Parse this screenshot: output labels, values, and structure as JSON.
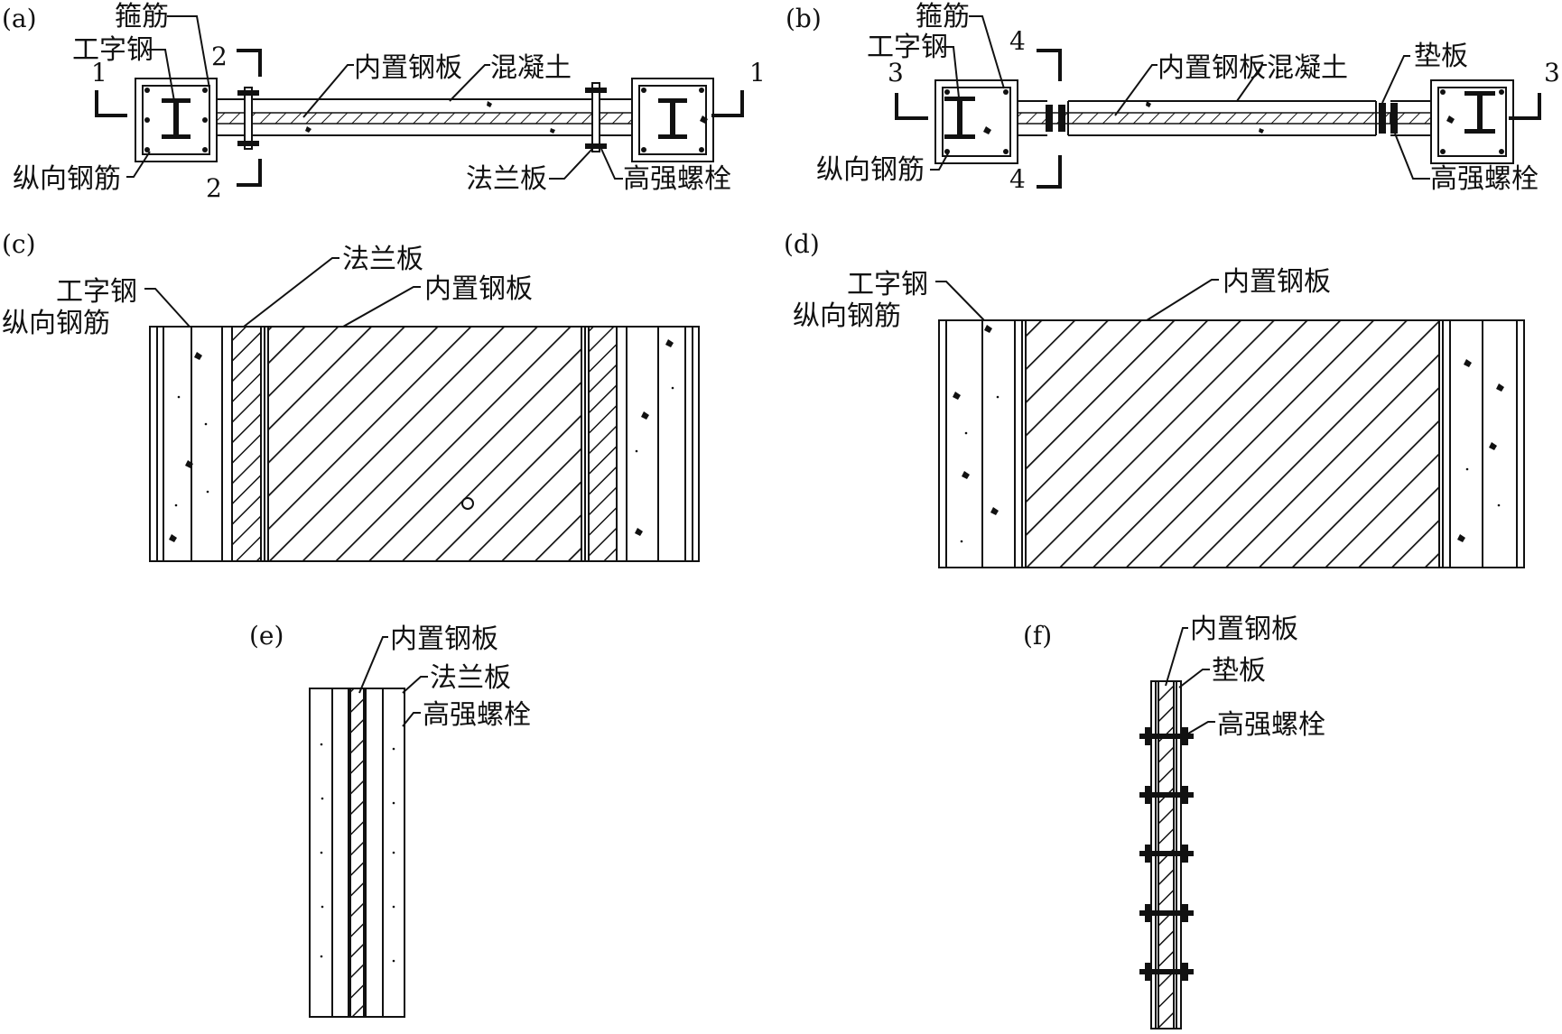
{
  "panels": {
    "a": {
      "tag": "(a)",
      "labels": {
        "stirrup": "箍筋",
        "ibeam": "工字钢",
        "plate": "内置钢板",
        "concrete": "混凝土",
        "rebar": "纵向钢筋",
        "flange": "法兰板",
        "bolt": "高强螺栓"
      },
      "section_marks": {
        "left": "1",
        "right": "1",
        "mid_top": "2",
        "mid_bottom": "2"
      }
    },
    "b": {
      "tag": "(b)",
      "labels": {
        "stirrup": "箍筋",
        "ibeam": "工字钢",
        "plate": "内置钢板",
        "concrete": "混凝土",
        "shim": "垫板",
        "rebar": "纵向钢筋",
        "bolt": "高强螺栓"
      },
      "section_marks": {
        "left": "3",
        "right": "3",
        "mid_top": "4",
        "mid_bottom": "4"
      }
    },
    "c": {
      "tag": "(c)",
      "labels": {
        "ibeam": "工字钢",
        "rebar": "纵向钢筋",
        "flange": "法兰板",
        "plate": "内置钢板"
      }
    },
    "d": {
      "tag": "(d)",
      "labels": {
        "ibeam": "工字钢",
        "rebar": "纵向钢筋",
        "plate": "内置钢板"
      }
    },
    "e": {
      "tag": "(e)",
      "labels": {
        "plate": "内置钢板",
        "flange": "法兰板",
        "bolt": "高强螺栓"
      }
    },
    "f": {
      "tag": "(f)",
      "labels": {
        "plate": "内置钢板",
        "shim": "垫板",
        "bolt": "高强螺栓"
      }
    }
  }
}
